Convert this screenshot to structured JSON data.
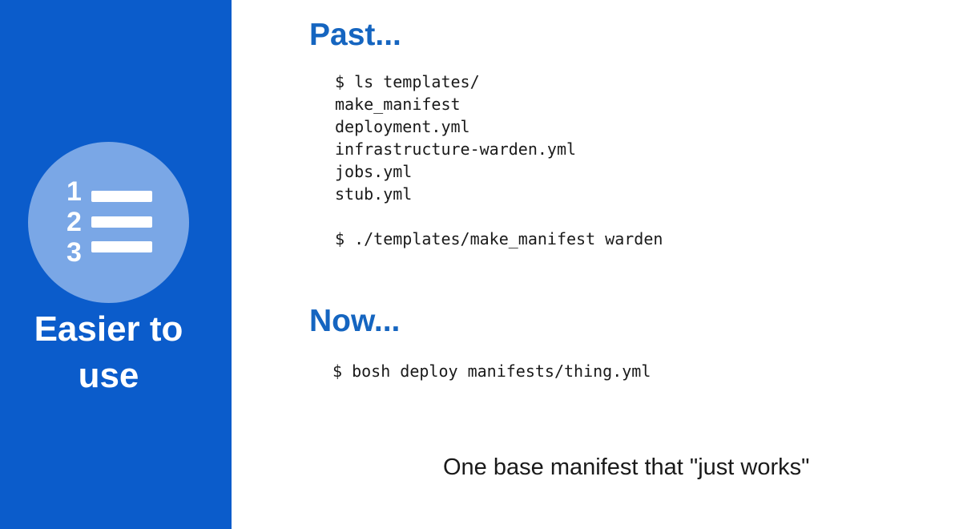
{
  "sidebar": {
    "heading": "Easier to\nuse",
    "icon": {
      "name": "numbered-list-icon",
      "digits": [
        "1",
        "2",
        "3"
      ]
    },
    "colors": {
      "background": "#0b5ccb",
      "icon_circle": "#7aa7e6"
    }
  },
  "past": {
    "title": "Past...",
    "lines": [
      "$ ls templates/",
      "make_manifest",
      "deployment.yml",
      "infrastructure-warden.yml",
      "jobs.yml",
      "stub.yml",
      "",
      "$ ./templates/make_manifest warden"
    ]
  },
  "now": {
    "title": "Now...",
    "lines": [
      "$ bosh deploy manifests/thing.yml"
    ]
  },
  "footnote": "One base manifest that \"just works\"",
  "colors": {
    "title": "#1565c0",
    "text": "#1a1a1a"
  }
}
